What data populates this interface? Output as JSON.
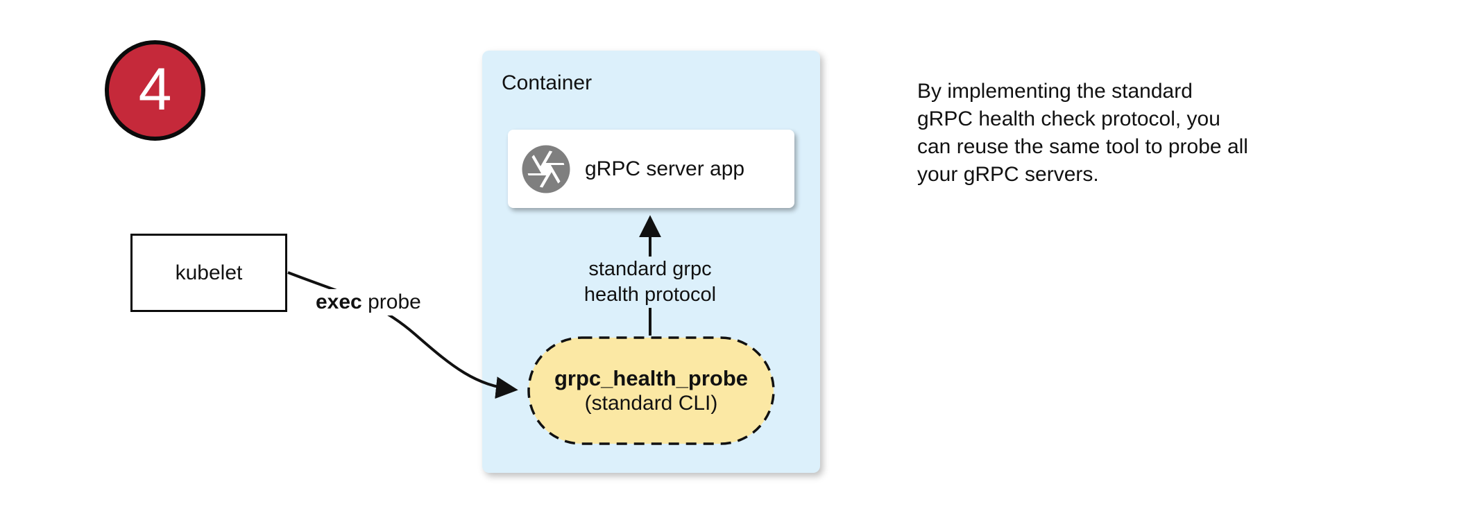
{
  "diagram": {
    "step_number": "4",
    "kubelet_label": "kubelet",
    "exec_probe_label_bold": "exec",
    "exec_probe_label_rest": " probe",
    "container_title": "Container",
    "grpc_server_label": "gRPC server app",
    "grpc_server_icon": "aperture-icon",
    "protocol_label_line1": "standard grpc",
    "protocol_label_line2": "health protocol",
    "probe_title": "grpc_health_probe",
    "probe_subtitle": "(standard CLI)"
  },
  "note_text": "By implementing the standard\ngRPC health check protocol, you\ncan reuse the same tool to probe all\nyour gRPC servers.",
  "colors": {
    "badge_red": "#c5293a",
    "container_blue": "#dcf0fb",
    "probe_yellow": "#fbe8a4",
    "icon_gray": "#7f7f7f",
    "line_black": "#111111"
  }
}
